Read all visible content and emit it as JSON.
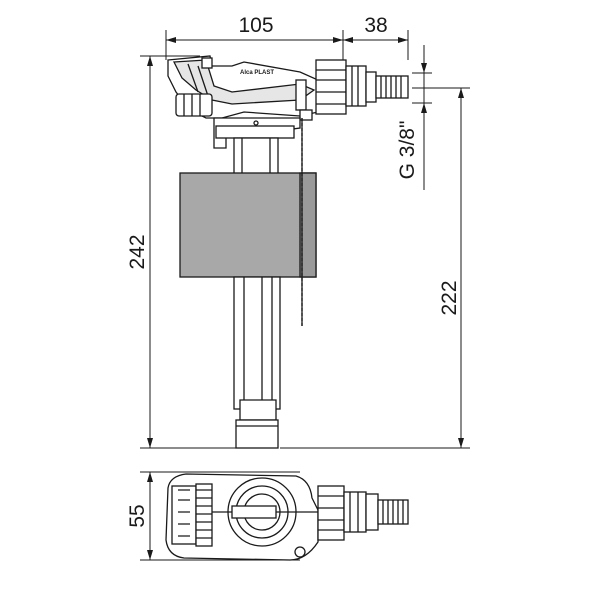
{
  "drawing": {
    "dimensions": {
      "width_top": "105",
      "width_side": "38",
      "thread": "G 3/8\"",
      "height_total": "242",
      "height_inlet": "222",
      "depth": "55"
    },
    "brand": "Alca PLAST",
    "colors": {
      "float": "#a8a8a8",
      "line": "#1a1a1a",
      "body": "#ffffff"
    }
  }
}
